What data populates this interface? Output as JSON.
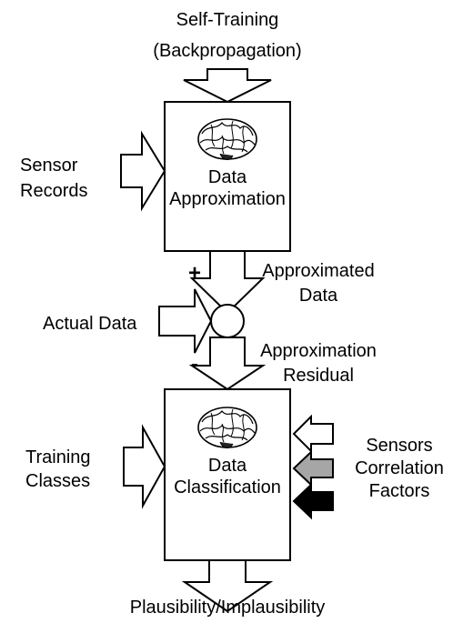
{
  "top_input": {
    "line1": "Self-Training",
    "line2": "(Backpropagation)"
  },
  "left_input_1": {
    "line1": "Sensor",
    "line2": "Records"
  },
  "box_1": {
    "line1": "Data",
    "line2": "Approximation",
    "icon": "brain-icon"
  },
  "plus_sign": "+",
  "minus_sign": "-",
  "approx_output": {
    "line1": "Approximated",
    "line2": "Data"
  },
  "actual_input": {
    "label": "Actual Data"
  },
  "residual_output": {
    "line1": "Approximation",
    "line2": "Residual"
  },
  "left_input_2": {
    "line1": "Training",
    "line2": "Classes"
  },
  "box_2": {
    "line1": "Data",
    "line2": "Classification",
    "icon": "brain-icon"
  },
  "right_inputs": {
    "line1": "Sensors",
    "line2": "Correlation",
    "line3": "Factors",
    "arrow_colors": [
      "#ffffff",
      "#a6a6a6",
      "#000000"
    ]
  },
  "bottom_output": {
    "label": "Plausibility/Implausibility"
  }
}
